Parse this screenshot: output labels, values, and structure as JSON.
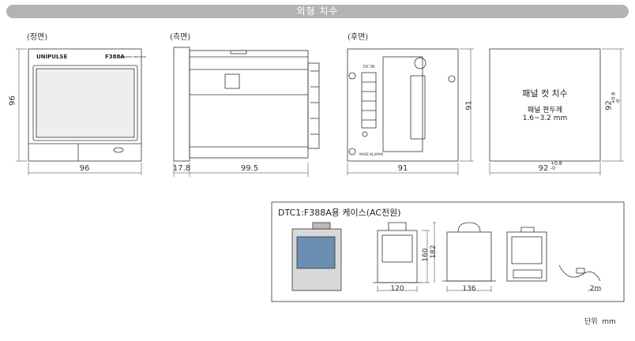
{
  "header": {
    "title": "외형 치수"
  },
  "views": {
    "front": {
      "label": "(정면)",
      "brand": "UNIPULSE",
      "model": "F388A",
      "model_sub": "WEIGHING INDICATOR",
      "width_dim": "96",
      "height_dim": "96"
    },
    "side": {
      "label": "(측면)",
      "front_depth_dim": "17.8",
      "depth_dim": "99.5"
    },
    "rear": {
      "label": "(후면)",
      "width_dim": "91",
      "height_dim": "91",
      "dc_label": "DC IN",
      "made_in": "MADE IN JAPAN"
    },
    "panel_cut": {
      "title": "패널 컷 치수",
      "thickness_label": "패널 판두께",
      "thickness_value": "1.6~3.2 mm",
      "width_dim": "92",
      "width_tol": "+0.8\n-0",
      "height_dim": "92",
      "height_tol": "+0.8\n-0"
    }
  },
  "case": {
    "title": "DTC1:F388A용 케이스(AC전원)",
    "dims": {
      "front_width": "120",
      "front_height": "160",
      "front_total_height": "182",
      "top_width": "136",
      "cable_length": "2m"
    }
  },
  "unit_note": "단위  mm"
}
